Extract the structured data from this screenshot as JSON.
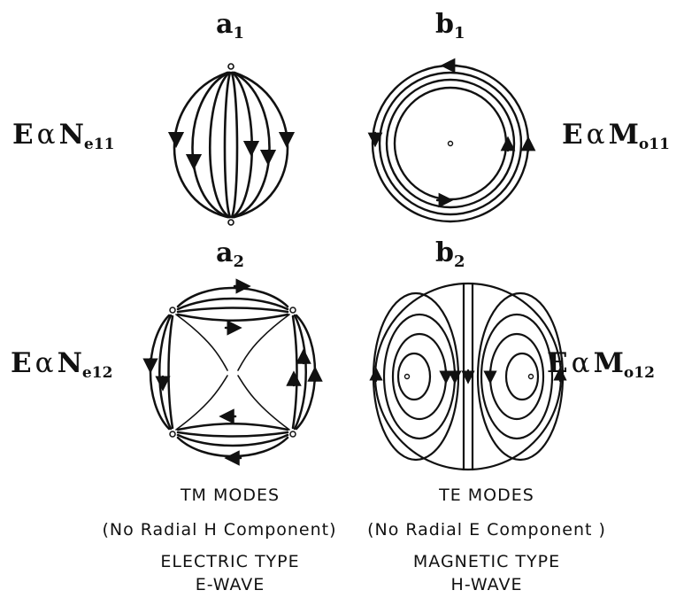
{
  "panels": {
    "a1": {
      "letter": "a",
      "sub": "1"
    },
    "b1": {
      "letter": "b",
      "sub": "1"
    },
    "a2": {
      "letter": "a",
      "sub": "2"
    },
    "b2": {
      "letter": "b",
      "sub": "2"
    }
  },
  "formulas": {
    "a1": {
      "E": "E",
      "alpha": "α",
      "N": "N",
      "sub": "e11"
    },
    "b1": {
      "E": "E",
      "alpha": "α",
      "N": "M",
      "sub": "o11"
    },
    "a2": {
      "E": "E",
      "alpha": "α",
      "N": "N",
      "sub": "e12"
    },
    "b2": {
      "E": "E",
      "alpha": "α",
      "N": "M",
      "sub": "o12"
    }
  },
  "captions": {
    "left": {
      "modes": "TM MODES",
      "component": "(No Radial  H  Component)",
      "type": "ELECTRIC TYPE",
      "wave": "E-WAVE"
    },
    "right": {
      "modes": "TE  MODES",
      "component": "(No Radial  E Component )",
      "type": "MAGNETIC TYPE",
      "wave": "H-WAVE"
    }
  },
  "colors": {
    "ink": "#111111",
    "background": "#ffffff"
  }
}
